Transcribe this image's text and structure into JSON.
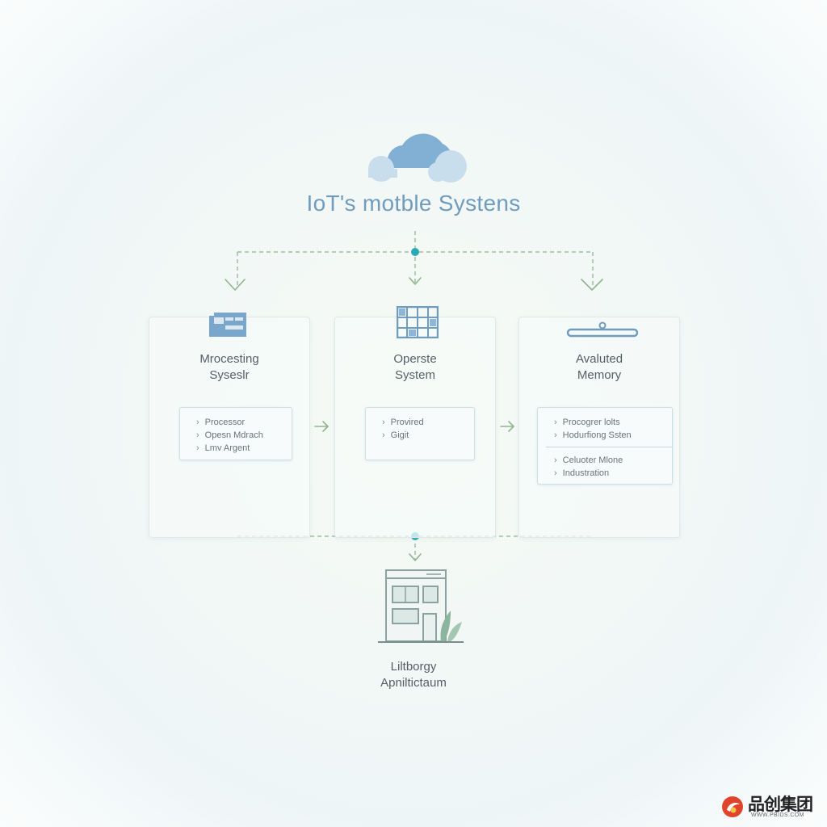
{
  "title": "IoT's motble Systens",
  "cards": [
    {
      "title_line1": "Mrocesting",
      "title_line2": "Syseslr",
      "items": [
        "Processor",
        "Opesn Mdrach",
        "Lmv Argent"
      ]
    },
    {
      "title_line1": "Operste",
      "title_line2": "System",
      "items": [
        "Provired",
        "Gigit"
      ]
    },
    {
      "title_line1": "Avaluted",
      "title_line2": "Memory",
      "items": [
        "Procogrer lolts",
        "Hodurfiong Ssten"
      ],
      "items2": [
        "Celuoter Mlone",
        "Industration"
      ]
    }
  ],
  "bottom": {
    "line1": "Liltborgy",
    "line2": "Apniltictaum"
  },
  "watermark": {
    "cn": "品创集团",
    "en": "WWW.PBIDS.COM"
  },
  "colors": {
    "accent_teal": "#2aa9b6",
    "arrow_green": "#8fb48f",
    "icon_blue": "#6f9cbf",
    "title_blue": "#6f9cbf"
  },
  "icons": {
    "top": "cloud-icon",
    "card1": "processor-panel-icon",
    "card2": "window-grid-icon",
    "card3": "memory-bar-icon",
    "bottom": "building-icon"
  }
}
